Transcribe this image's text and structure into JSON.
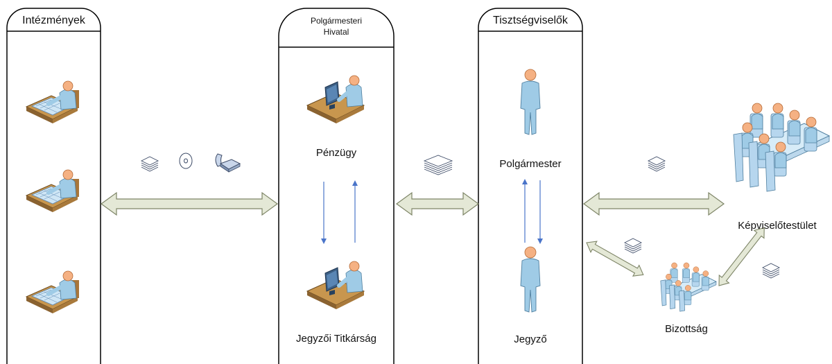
{
  "lanes": {
    "institutions": {
      "title": "Intézmények"
    },
    "mayors_office": {
      "title_line1": "Polgármesteri",
      "title_line2": "Hivatal"
    },
    "officials": {
      "title": "Tisztségviselők"
    }
  },
  "nodes": {
    "finance": "Pénzügy",
    "notary_secretariat": "Jegyzői Titkárság",
    "mayor": "Polgármester",
    "notary": "Jegyző",
    "council": "Képviselőtestület",
    "committee": "Bizottság"
  },
  "icons": {
    "documents": "document-stack-icon",
    "disc": "cd-disc-icon",
    "phone": "telephone-icon",
    "workstation": "desk-worker-icon",
    "computer_worker": "computer-worker-icon",
    "person": "person-icon",
    "meeting": "meeting-table-icon"
  },
  "colors": {
    "arrow_fill": "#e4e8d6",
    "arrow_stroke": "#7d8466",
    "flow_arrow": "#4a74c9",
    "person_fill": "#9fcbe6",
    "head_fill": "#f5b183",
    "desk_fill": "#c8964e"
  }
}
